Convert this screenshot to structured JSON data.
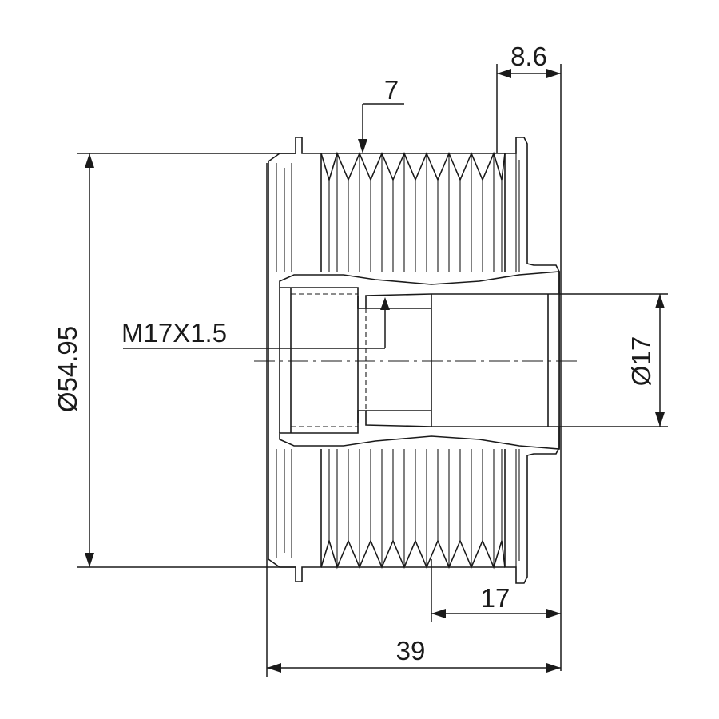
{
  "drawing": {
    "dimensions": {
      "outer_diameter": "Ø54.95",
      "bore_diameter": "Ø17",
      "thread": "M17X1.5",
      "groove_count": "7",
      "flange_width": "8.6",
      "bore_length": "17",
      "overall_length": "39"
    }
  }
}
